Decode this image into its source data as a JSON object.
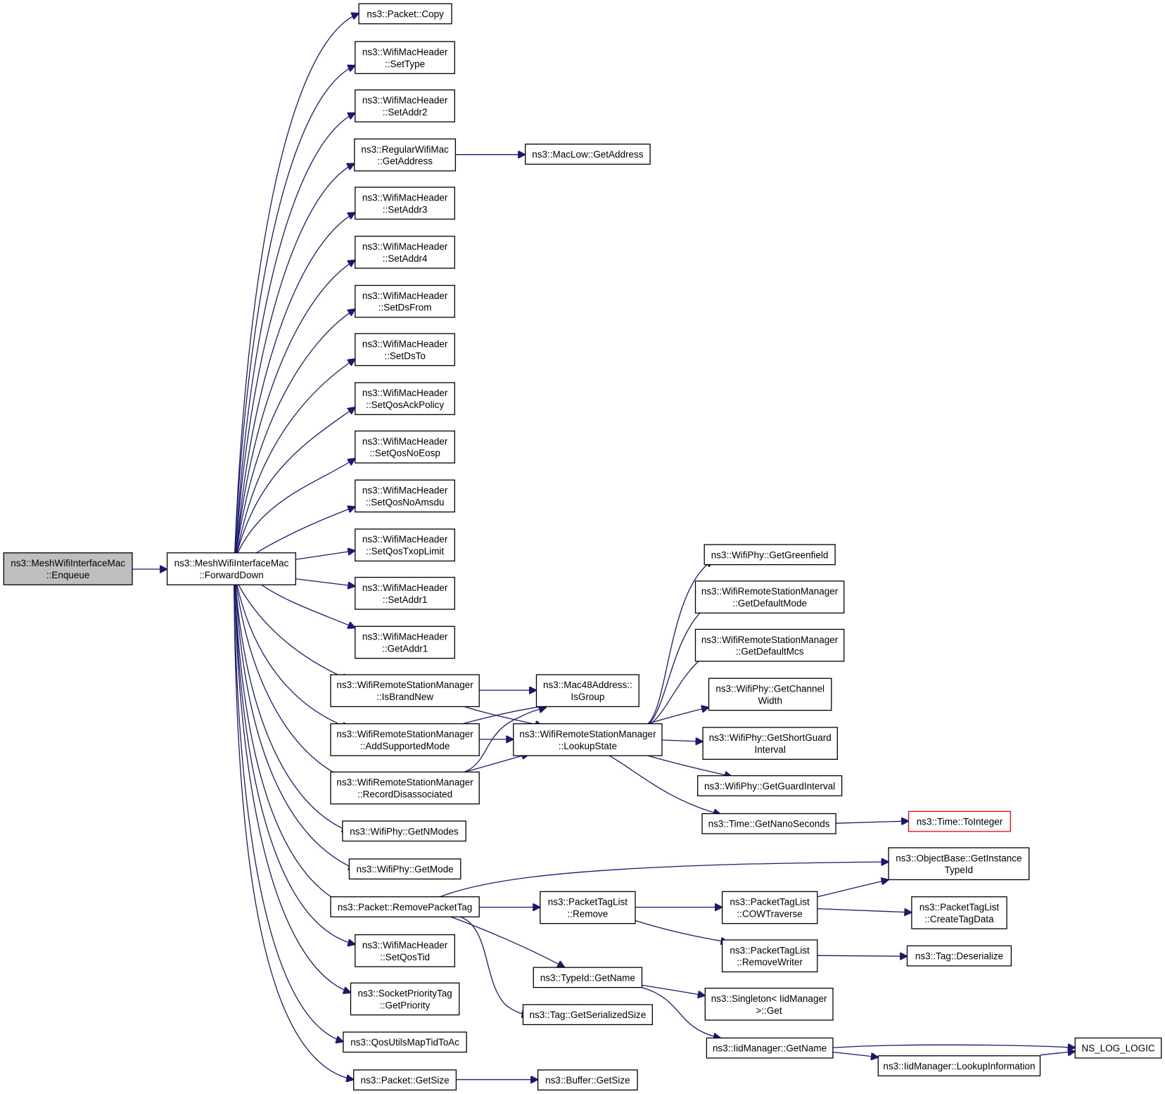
{
  "nodes": {
    "enqueue": [
      "ns3::MeshWifiInterfaceMac",
      "::Enqueue"
    ],
    "forwarddown": [
      "ns3::MeshWifiInterfaceMac",
      "::ForwardDown"
    ],
    "pktcopy": [
      "ns3::Packet::Copy"
    ],
    "settype": [
      "ns3::WifiMacHeader",
      "::SetType"
    ],
    "setaddr2": [
      "ns3::WifiMacHeader",
      "::SetAddr2"
    ],
    "getaddress": [
      "ns3::RegularWifiMac",
      "::GetAddress"
    ],
    "maclow": [
      "ns3::MacLow::GetAddress"
    ],
    "setaddr3": [
      "ns3::WifiMacHeader",
      "::SetAddr3"
    ],
    "setaddr4": [
      "ns3::WifiMacHeader",
      "::SetAddr4"
    ],
    "setdsfrom": [
      "ns3::WifiMacHeader",
      "::SetDsFrom"
    ],
    "setdsto": [
      "ns3::WifiMacHeader",
      "::SetDsTo"
    ],
    "setqosack": [
      "ns3::WifiMacHeader",
      "::SetQosAckPolicy"
    ],
    "setqosnoeosp": [
      "ns3::WifiMacHeader",
      "::SetQosNoEosp"
    ],
    "setqosnoamsdu": [
      "ns3::WifiMacHeader",
      "::SetQosNoAmsdu"
    ],
    "setqostxop": [
      "ns3::WifiMacHeader",
      "::SetQosTxopLimit"
    ],
    "setaddr1": [
      "ns3::WifiMacHeader",
      "::SetAddr1"
    ],
    "getaddr1": [
      "ns3::WifiMacHeader",
      "::GetAddr1"
    ],
    "isbrandnew": [
      "ns3::WifiRemoteStationManager",
      "::IsBrandNew"
    ],
    "addsupported": [
      "ns3::WifiRemoteStationManager",
      "::AddSupportedMode"
    ],
    "recorddisassoc": [
      "ns3::WifiRemoteStationManager",
      "::RecordDisassociated"
    ],
    "isgroup": [
      "ns3::Mac48Address::",
      "IsGroup"
    ],
    "lookupstate": [
      "ns3::WifiRemoteStationManager",
      "::LookupState"
    ],
    "getgreenfield": [
      "ns3::WifiPhy::GetGreenfield"
    ],
    "getdefaultmode": [
      "ns3::WifiRemoteStationManager",
      "::GetDefaultMode"
    ],
    "getdefaultmcs": [
      "ns3::WifiRemoteStationManager",
      "::GetDefaultMcs"
    ],
    "getchannelwidth": [
      "ns3::WifiPhy::GetChannel",
      "Width"
    ],
    "getshortguard": [
      "ns3::WifiPhy::GetShortGuard",
      "Interval"
    ],
    "getguardinterval": [
      "ns3::WifiPhy::GetGuardInterval"
    ],
    "getnanoseconds": [
      "ns3::Time::GetNanoSeconds"
    ],
    "tointeger": [
      "ns3::Time::ToInteger"
    ],
    "getnmodes": [
      "ns3::WifiPhy::GetNModes"
    ],
    "getmode": [
      "ns3::WifiPhy::GetMode"
    ],
    "removepackettag": [
      "ns3::Packet::RemovePacketTag"
    ],
    "ptlremove": [
      "ns3::PacketTagList",
      "::Remove"
    ],
    "objbase": [
      "ns3::ObjectBase::GetInstance",
      "TypeId"
    ],
    "cowtraverse": [
      "ns3::PacketTagList",
      "::COWTraverse"
    ],
    "createtagdata": [
      "ns3::PacketTagList",
      "::CreateTagData"
    ],
    "removewriter": [
      "ns3::PacketTagList",
      "::RemoveWriter"
    ],
    "tagdeserialize": [
      "ns3::Tag::Deserialize"
    ],
    "typeidgetname": [
      "ns3::TypeId::GetName"
    ],
    "singleton": [
      "ns3::Singleton< IidManager",
      ">::Get"
    ],
    "taggetserialized": [
      "ns3::Tag::GetSerializedSize"
    ],
    "iidgetname": [
      "ns3::IidManager::GetName"
    ],
    "nslog": [
      "NS_LOG_LOGIC"
    ],
    "iidlookup": [
      "ns3::IidManager::LookupInformation"
    ],
    "setqostid": [
      "ns3::WifiMacHeader",
      "::SetQosTid"
    ],
    "socketprio": [
      "ns3::SocketPriorityTag",
      "::GetPriority"
    ],
    "qosutils": [
      "ns3::QosUtilsMapTidToAc"
    ],
    "pktgetsize": [
      "ns3::Packet::GetSize"
    ],
    "buffergetsize": [
      "ns3::Buffer::GetSize"
    ]
  },
  "colors": {
    "edge": "#191970",
    "root_fill": "#bfbfbf",
    "highlight_border": "#ff0000"
  }
}
